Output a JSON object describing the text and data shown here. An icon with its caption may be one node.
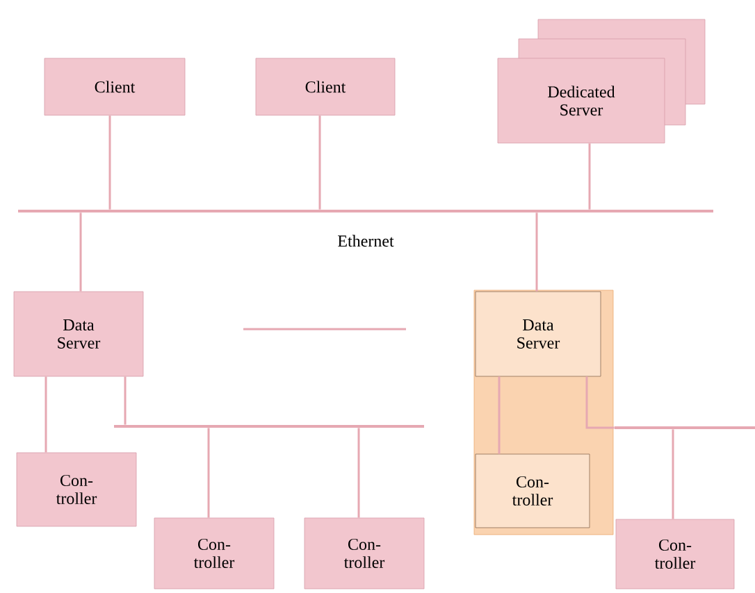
{
  "diagram": {
    "nodes": [
      {
        "text": [
          "Client"
        ]
      },
      {
        "text": [
          "Client"
        ]
      },
      {
        "text": [
          "Dedicated Server"
        ]
      },
      {
        "text": [],
        "shape": "bar",
        "beside": [
          "Ethernet"
        ]
      },
      {
        "text": [
          "Data Server"
        ]
      },
      {
        "text": [],
        "shape": "box"
      },
      {
        "text": [
          "Data Server"
        ],
        "in": 5
      },
      {
        "text": [
          "Con- troller"
        ]
      },
      {
        "text": [],
        "shape": "bar"
      },
      {
        "text": [
          "Con- troller"
        ]
      },
      {
        "text": [
          "Con- troller"
        ]
      },
      {
        "text": [
          "Con- troller"
        ],
        "in": 5
      },
      {
        "text": [],
        "shape": "bar"
      },
      {
        "text": [
          "Con- troller"
        ]
      }
    ],
    "edges": [
      {
        "from": 0,
        "to": 3,
        "arrow": "none"
      },
      {
        "from": 1,
        "to": 3,
        "arrow": "none"
      },
      {
        "from": 2,
        "to": 3,
        "arrow": "none"
      },
      {
        "from": 3,
        "to": 4,
        "arrow": "none"
      },
      {
        "from": 3,
        "to": 6,
        "arrow": "none"
      },
      {
        "from": 4,
        "to": 7,
        "arrow": "none"
      },
      {
        "from": 4,
        "to": 8,
        "arrow": "none"
      },
      {
        "from": 8,
        "to": 9,
        "arrow": "none"
      },
      {
        "from": 8,
        "to": 10,
        "arrow": "none"
      },
      {
        "from": 6,
        "to": 11,
        "arrow": "none"
      },
      {
        "from": 6,
        "to": 12,
        "arrow": "none"
      },
      {
        "from": 12,
        "to": 13,
        "arrow": "none"
      }
    ]
  }
}
